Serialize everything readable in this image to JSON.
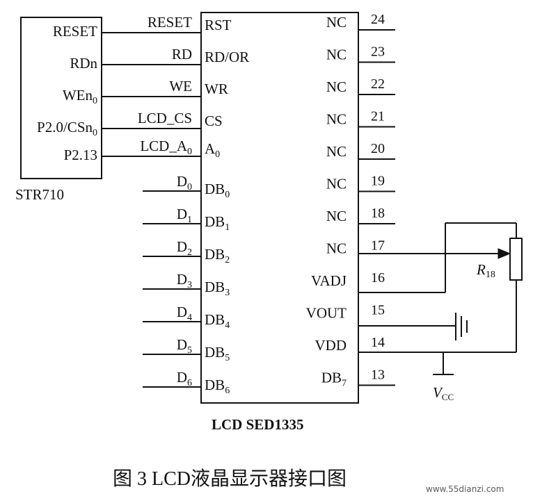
{
  "mcu": {
    "name": "STR710",
    "pins": [
      "RESET",
      "RDn",
      "WEn",
      "P2.0/CSn",
      "P2.13"
    ],
    "subscripts": [
      "",
      "",
      "0",
      "0",
      ""
    ]
  },
  "signals": [
    "RESET",
    "RD",
    "WE",
    "LCD_CS",
    "LCD_A"
  ],
  "signal_subscripts": [
    "",
    "",
    "",
    "",
    "0"
  ],
  "lcd": {
    "name": "LCD SED1335",
    "left_pins": [
      "RST",
      "RD/OR",
      "WR",
      "CS",
      "A"
    ],
    "left_pin_subscripts": [
      "",
      "",
      "",
      "",
      "0"
    ],
    "data_pins": [
      "DB",
      "DB",
      "DB",
      "DB",
      "DB",
      "DB",
      "DB"
    ],
    "data_pin_subscripts": [
      "0",
      "1",
      "2",
      "3",
      "4",
      "5",
      "6"
    ],
    "data_lines": [
      "D",
      "D",
      "D",
      "D",
      "D",
      "D",
      "D"
    ],
    "data_line_subscripts": [
      "0",
      "1",
      "2",
      "3",
      "4",
      "5",
      "6"
    ],
    "right_pins": [
      "NC",
      "NC",
      "NC",
      "NC",
      "NC",
      "NC",
      "NC",
      "NC",
      "VADJ",
      "VOUT",
      "VDD",
      "DB"
    ],
    "right_pin_subscripts": [
      "",
      "",
      "",
      "",
      "",
      "",
      "",
      "",
      "",
      "",
      "",
      "7"
    ],
    "pin_numbers": [
      "24",
      "23",
      "22",
      "21",
      "20",
      "19",
      "18",
      "17",
      "16",
      "15",
      "14",
      "13"
    ]
  },
  "resistor": {
    "label": "R",
    "sub": "18"
  },
  "supply": {
    "label": "V",
    "sub": "CC"
  },
  "caption": "图 3   LCD液晶显示器接口图",
  "watermark": "www.55dianzi.com"
}
